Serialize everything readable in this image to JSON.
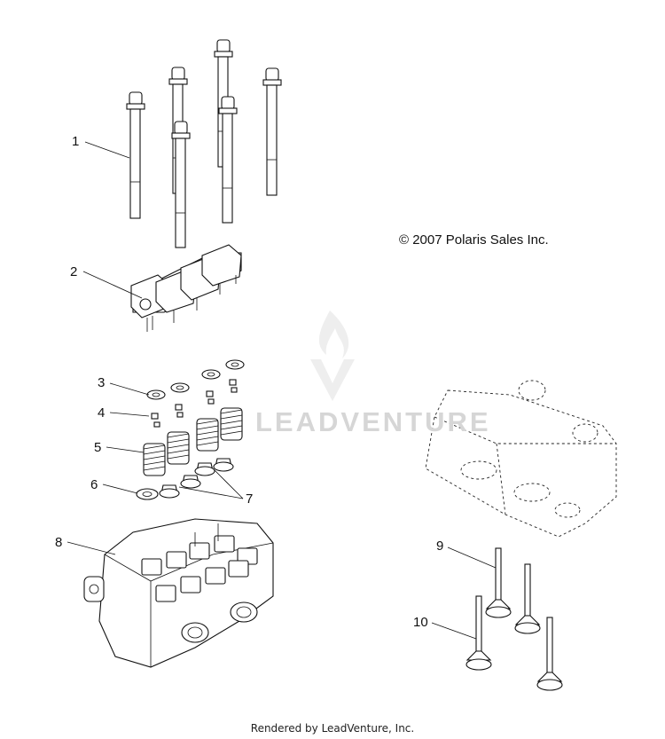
{
  "copyright": "© 2007 Polaris Sales Inc.",
  "footer": "Rendered by LeadVenture, Inc.",
  "watermark": "LEADVENTURE",
  "callouts": [
    "1",
    "2",
    "3",
    "4",
    "5",
    "6",
    "7",
    "8",
    "9",
    "10"
  ]
}
